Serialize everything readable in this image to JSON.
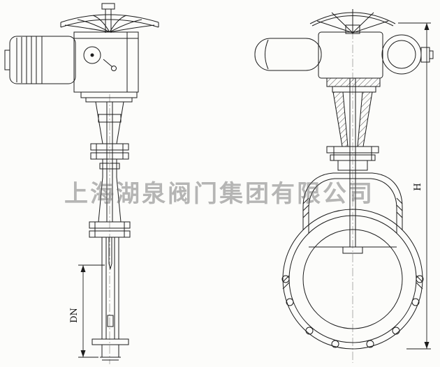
{
  "watermark": {
    "text": "上海湖泉阀门集团有限公司"
  },
  "dimensions": {
    "dn": "DN",
    "h": "H"
  }
}
